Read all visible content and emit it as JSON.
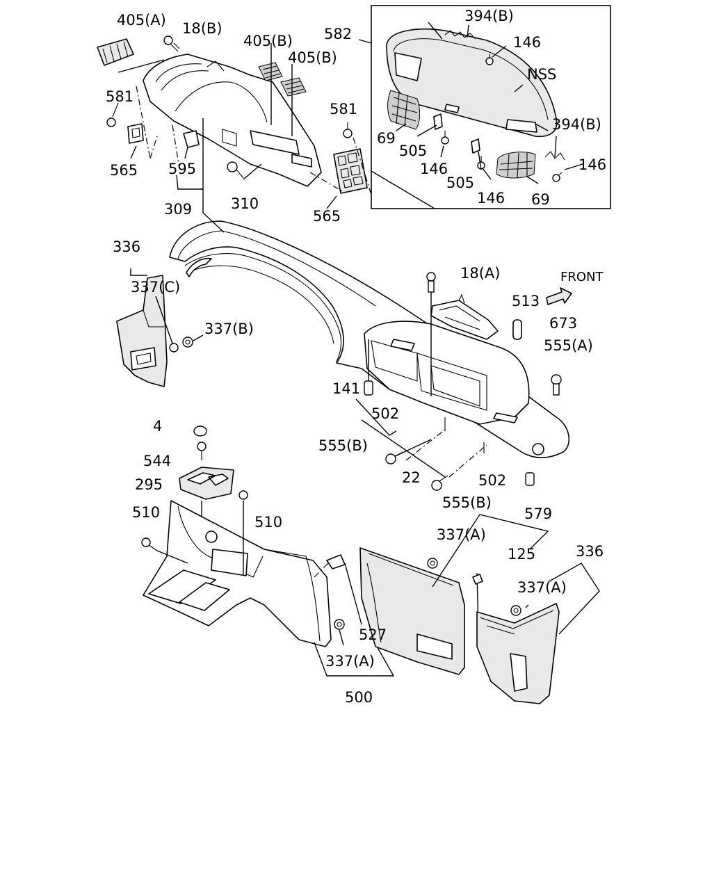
{
  "diagram": {
    "front_label": "FRONT",
    "inset_label": "NSS",
    "callouts": [
      {
        "id": "405A",
        "text": "405(A)"
      },
      {
        "id": "18B",
        "text": "18(B)"
      },
      {
        "id": "405B1",
        "text": "405(B)"
      },
      {
        "id": "405B2",
        "text": "405(B)"
      },
      {
        "id": "582",
        "text": "582"
      },
      {
        "id": "394B1",
        "text": "394(B)"
      },
      {
        "id": "146a",
        "text": "146"
      },
      {
        "id": "581a",
        "text": "581"
      },
      {
        "id": "581b",
        "text": "581"
      },
      {
        "id": "69a",
        "text": "69"
      },
      {
        "id": "505a",
        "text": "505"
      },
      {
        "id": "146b",
        "text": "146"
      },
      {
        "id": "394B2",
        "text": "394(B)"
      },
      {
        "id": "146c",
        "text": "146"
      },
      {
        "id": "505b",
        "text": "505"
      },
      {
        "id": "146d",
        "text": "146"
      },
      {
        "id": "69b",
        "text": "69"
      },
      {
        "id": "565a",
        "text": "565"
      },
      {
        "id": "595",
        "text": "595"
      },
      {
        "id": "309",
        "text": "309"
      },
      {
        "id": "310",
        "text": "310"
      },
      {
        "id": "565b",
        "text": "565"
      },
      {
        "id": "336a",
        "text": "336"
      },
      {
        "id": "337C",
        "text": "337(C)"
      },
      {
        "id": "337B",
        "text": "337(B)"
      },
      {
        "id": "18A",
        "text": "18(A)"
      },
      {
        "id": "513",
        "text": "513"
      },
      {
        "id": "673",
        "text": "673"
      },
      {
        "id": "555A",
        "text": "555(A)"
      },
      {
        "id": "141",
        "text": "141"
      },
      {
        "id": "502a",
        "text": "502"
      },
      {
        "id": "555B1",
        "text": "555(B)"
      },
      {
        "id": "22",
        "text": "22"
      },
      {
        "id": "502b",
        "text": "502"
      },
      {
        "id": "555B2",
        "text": "555(B)"
      },
      {
        "id": "4",
        "text": "4"
      },
      {
        "id": "544",
        "text": "544"
      },
      {
        "id": "295",
        "text": "295"
      },
      {
        "id": "510a",
        "text": "510"
      },
      {
        "id": "510b",
        "text": "510"
      },
      {
        "id": "579",
        "text": "579"
      },
      {
        "id": "337A1",
        "text": "337(A)"
      },
      {
        "id": "125",
        "text": "125"
      },
      {
        "id": "336b",
        "text": "336"
      },
      {
        "id": "337A2",
        "text": "337(A)"
      },
      {
        "id": "527",
        "text": "527"
      },
      {
        "id": "337A3",
        "text": "337(A)"
      },
      {
        "id": "500",
        "text": "500"
      }
    ]
  }
}
